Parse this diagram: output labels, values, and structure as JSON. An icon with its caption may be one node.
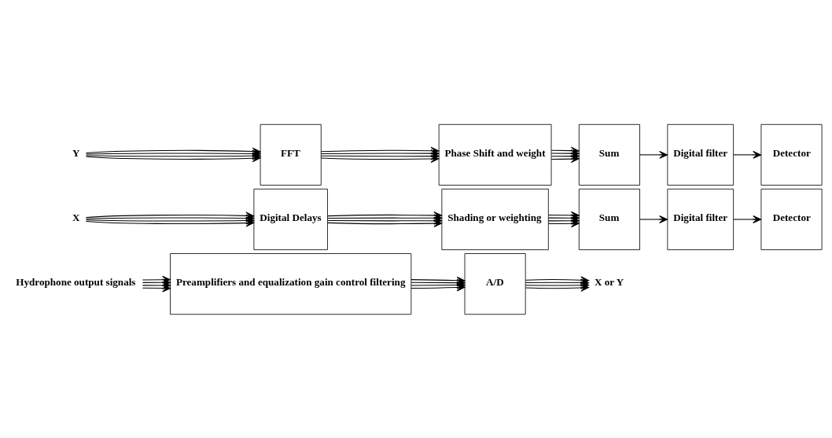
{
  "diagram": {
    "nodes": [
      {
        "text": [
          "Hydrophone output signals"
        ]
      },
      {
        "text": [
          "Preamplifiers and equalization gain control filtering"
        ]
      },
      {
        "text": [
          "A/D"
        ]
      },
      {
        "text": [
          "X or Y"
        ]
      },
      {
        "text": [
          "X"
        ]
      },
      {
        "text": [
          "Digital Delays"
        ]
      },
      {
        "text": [
          "Shading or weighting"
        ]
      },
      {
        "text": [
          "Sum"
        ]
      },
      {
        "text": [
          "Digital filter"
        ]
      },
      {
        "text": [
          "Detector"
        ]
      },
      {
        "text": [
          "Y"
        ]
      },
      {
        "text": [
          "FFT"
        ]
      },
      {
        "text": [
          "Phase Shift and weight"
        ]
      },
      {
        "text": [
          "Sum"
        ]
      },
      {
        "text": [
          "Digital filter"
        ]
      },
      {
        "text": [
          "Detector"
        ]
      }
    ],
    "edges": [
      {
        "from": 0,
        "to": 1,
        "arrow": "to"
      },
      {
        "from": 0,
        "to": 1,
        "arrow": "to"
      },
      {
        "from": 0,
        "to": 1,
        "arrow": "to"
      },
      {
        "from": 0,
        "to": 1,
        "arrow": "to"
      },
      {
        "from": 1,
        "to": 2,
        "arrow": "to"
      },
      {
        "from": 1,
        "to": 2,
        "arrow": "to"
      },
      {
        "from": 1,
        "to": 2,
        "arrow": "to"
      },
      {
        "from": 1,
        "to": 2,
        "arrow": "to"
      },
      {
        "from": 2,
        "to": 3,
        "arrow": "to"
      },
      {
        "from": 2,
        "to": 3,
        "arrow": "to"
      },
      {
        "from": 2,
        "to": 3,
        "arrow": "to"
      },
      {
        "from": 2,
        "to": 3,
        "arrow": "to"
      },
      {
        "from": 4,
        "to": 5,
        "arrow": "to"
      },
      {
        "from": 4,
        "to": 5,
        "arrow": "to"
      },
      {
        "from": 4,
        "to": 5,
        "arrow": "to"
      },
      {
        "from": 4,
        "to": 5,
        "arrow": "to"
      },
      {
        "from": 5,
        "to": 6,
        "arrow": "to"
      },
      {
        "from": 5,
        "to": 6,
        "arrow": "to"
      },
      {
        "from": 5,
        "to": 6,
        "arrow": "to"
      },
      {
        "from": 5,
        "to": 6,
        "arrow": "to"
      },
      {
        "from": 6,
        "to": 7,
        "arrow": "to"
      },
      {
        "from": 6,
        "to": 7,
        "arrow": "to"
      },
      {
        "from": 6,
        "to": 7,
        "arrow": "to"
      },
      {
        "from": 6,
        "to": 7,
        "arrow": "to"
      },
      {
        "from": 7,
        "to": 8,
        "arrow": "to"
      },
      {
        "from": 8,
        "to": 9,
        "arrow": "to"
      },
      {
        "from": 10,
        "to": 11,
        "arrow": "to"
      },
      {
        "from": 10,
        "to": 11,
        "arrow": "to"
      },
      {
        "from": 10,
        "to": 11,
        "arrow": "to"
      },
      {
        "from": 10,
        "to": 11,
        "arrow": "to"
      },
      {
        "from": 11,
        "to": 12,
        "arrow": "to"
      },
      {
        "from": 11,
        "to": 12,
        "arrow": "to"
      },
      {
        "from": 11,
        "to": 12,
        "arrow": "to"
      },
      {
        "from": 11,
        "to": 12,
        "arrow": "to"
      },
      {
        "from": 12,
        "to": 13,
        "arrow": "to"
      },
      {
        "from": 12,
        "to": 13,
        "arrow": "to"
      },
      {
        "from": 12,
        "to": 13,
        "arrow": "to"
      },
      {
        "from": 12,
        "to": 13,
        "arrow": "to"
      },
      {
        "from": 13,
        "to": 14,
        "arrow": "to"
      },
      {
        "from": 14,
        "to": 15,
        "arrow": "to"
      }
    ]
  }
}
